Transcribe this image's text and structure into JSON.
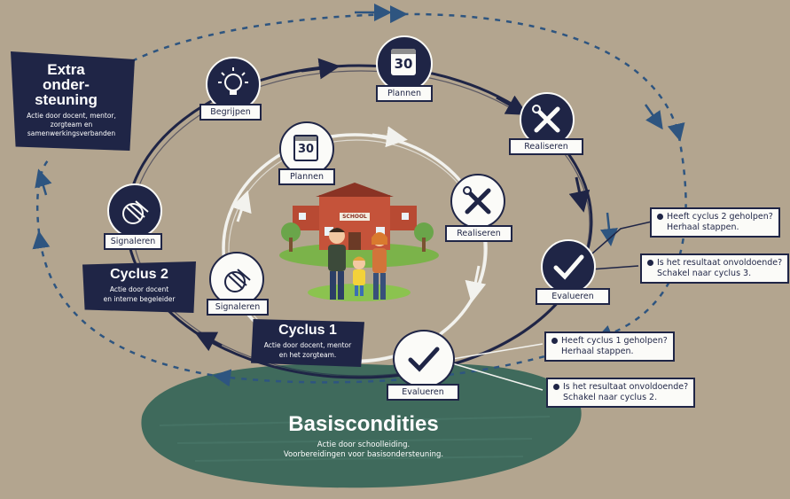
{
  "outer_loop": {
    "title_line1": "Extra",
    "title_line2": "onder-",
    "title_line3": "steuning",
    "desc_line1": "Actie door docent, mentor,",
    "desc_line2": "zorgteam en",
    "desc_line3": "samenwerkingsverbanden"
  },
  "cycle2": {
    "title": "Cyclus 2",
    "desc_line1": "Actie door docent",
    "desc_line2": "en interne begeleider",
    "steps": {
      "signaleren": "Signaleren",
      "begrijpen": "Begrijpen",
      "plannen": "Plannen",
      "realiseren": "Realiseren",
      "evalueren": "Evalueren"
    },
    "calendar_number": "30",
    "notes": [
      {
        "line1": "Heeft cyclus 2 geholpen?",
        "line2": "Herhaal stappen."
      },
      {
        "line1": "Is het resultaat onvoldoende?",
        "line2": "Schakel naar cyclus 3."
      }
    ]
  },
  "cycle1": {
    "title": "Cyclus 1",
    "desc_line1": "Actie door docent, mentor",
    "desc_line2": "en het zorgteam.",
    "steps": {
      "plannen": "Plannen",
      "realiseren": "Realiseren",
      "signaleren": "Signaleren",
      "evalueren": "Evalueren"
    },
    "calendar_number": "30",
    "notes": [
      {
        "line1": "Heeft cyclus 1 geholpen?",
        "line2": "Herhaal stappen."
      },
      {
        "line1": "Is het resultaat onvoldoende?",
        "line2": "Schakel naar cyclus 2."
      }
    ]
  },
  "school": {
    "sign": "SCHOOL"
  },
  "basis": {
    "title": "Basiscondities",
    "desc_line1": "Actie door schoolleiding.",
    "desc_line2": "Voorbereidingen voor basisondersteuning."
  },
  "colors": {
    "background": "#b3a58f",
    "navy": "#1f2546",
    "green": "#3f6a5c",
    "white": "#fbfbf8"
  },
  "icons": [
    "lightbulb-icon",
    "calendar-icon",
    "tools-icon",
    "checkmark-icon",
    "signal-icon"
  ]
}
